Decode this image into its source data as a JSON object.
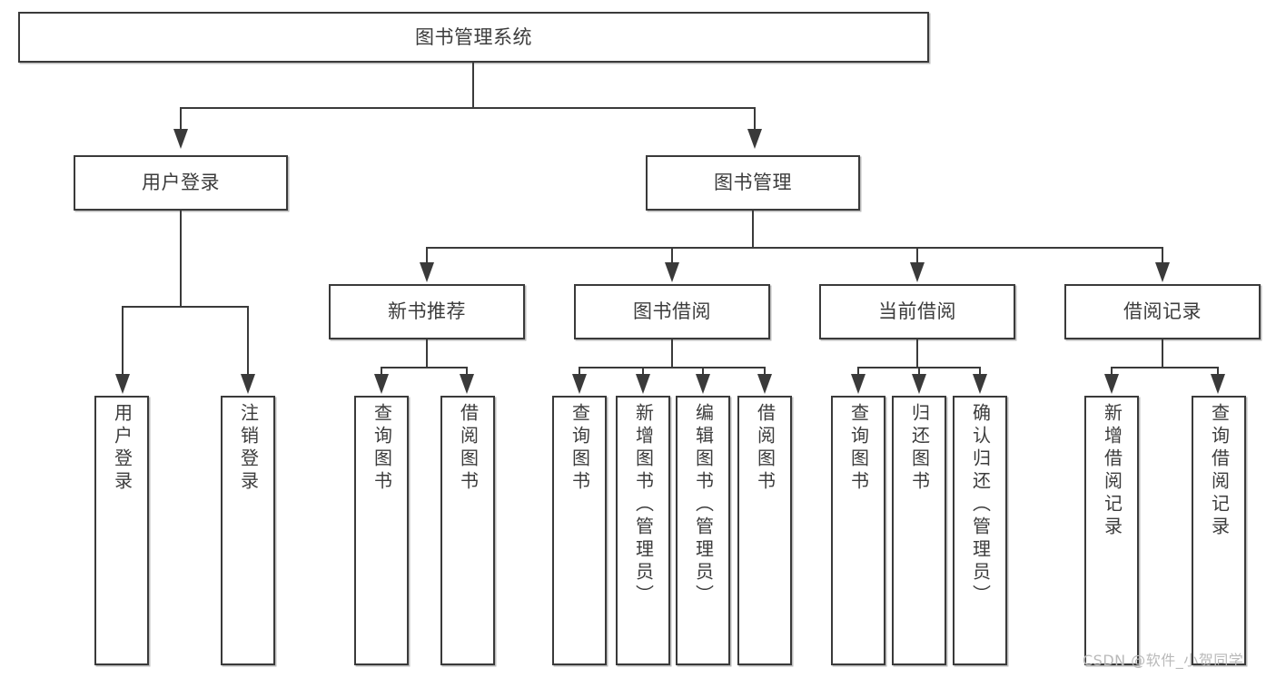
{
  "diagram": {
    "type": "tree",
    "title": "图书管理系统",
    "root": {
      "label": "图书管理系统"
    },
    "level2": [
      {
        "label": "用户登录"
      },
      {
        "label": "图书管理"
      }
    ],
    "level3": [
      {
        "label": "新书推荐"
      },
      {
        "label": "图书借阅"
      },
      {
        "label": "当前借阅"
      },
      {
        "label": "借阅记录"
      }
    ],
    "leaves": {
      "user_login": [
        {
          "label": "用户登录"
        },
        {
          "label": "注销登录"
        }
      ],
      "new_book_recommend": [
        {
          "label": "查询图书"
        },
        {
          "label": "借阅图书"
        }
      ],
      "book_borrow": [
        {
          "label": "查询图书"
        },
        {
          "label": "新增图书（管理员）"
        },
        {
          "label": "编辑图书（管理员）"
        },
        {
          "label": "借阅图书"
        }
      ],
      "current_borrow": [
        {
          "label": "查询图书"
        },
        {
          "label": "归还图书"
        },
        {
          "label": "确认归还（管理员）"
        }
      ],
      "borrow_record": [
        {
          "label": "新增借阅记录"
        },
        {
          "label": "查询借阅记录"
        }
      ]
    }
  },
  "watermark": {
    "text": "CSDN @软件_小贺同学"
  },
  "colors": {
    "stroke": "#3a3a3a",
    "text": "#3c3c3c",
    "background": "#ffffff",
    "watermark": "#b9b9b9"
  }
}
